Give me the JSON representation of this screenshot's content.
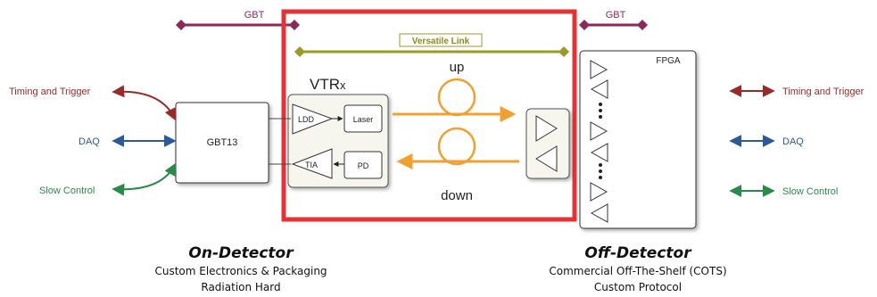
{
  "gbt_top_left": "GBT",
  "gbt_top_right": "GBT",
  "versatile_link": "Versatile Link",
  "vtrx": {
    "prefix": "VTR",
    "suffix": "x"
  },
  "trx": {
    "prefix": "TR",
    "suffix": "x"
  },
  "up_label": "up",
  "down_label": "down",
  "ldd": "LDD",
  "laser": "Laser",
  "tia": "TIA",
  "pd": "PD",
  "gbt13": "GBT13",
  "fpga": "FPGA",
  "left_signals": {
    "timing": "Timing and Trigger",
    "daq": "DAQ",
    "slow": "Slow Control"
  },
  "right_signals": {
    "timing": "Timing and Trigger",
    "daq": "DAQ",
    "slow": "Slow Control"
  },
  "on_detector": {
    "title": "On-Detector",
    "line1": "Custom Electronics & Packaging",
    "line2": "Radiation Hard"
  },
  "off_detector": {
    "title": "Off-Detector",
    "line1": "Commercial Off-The-Shelf (COTS)",
    "line2": "Custom Protocol"
  },
  "colors": {
    "gbt_link": "#8b2a5a",
    "versatile_link": "#9a9a2a",
    "red_frame": "#e63232",
    "fiber": "#f0a030",
    "timing": "#9a2a2a",
    "daq": "#2a5a9a",
    "slow": "#2a8a4a"
  }
}
